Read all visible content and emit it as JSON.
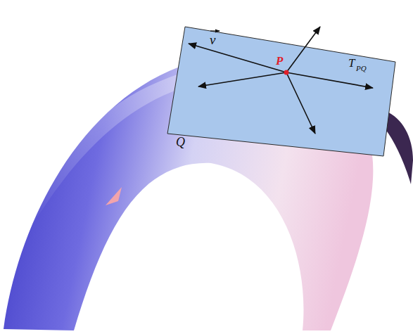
{
  "diagram": {
    "labels": [
      "v",
      "P",
      "T",
      "PQ",
      "Q"
    ]
  }
}
